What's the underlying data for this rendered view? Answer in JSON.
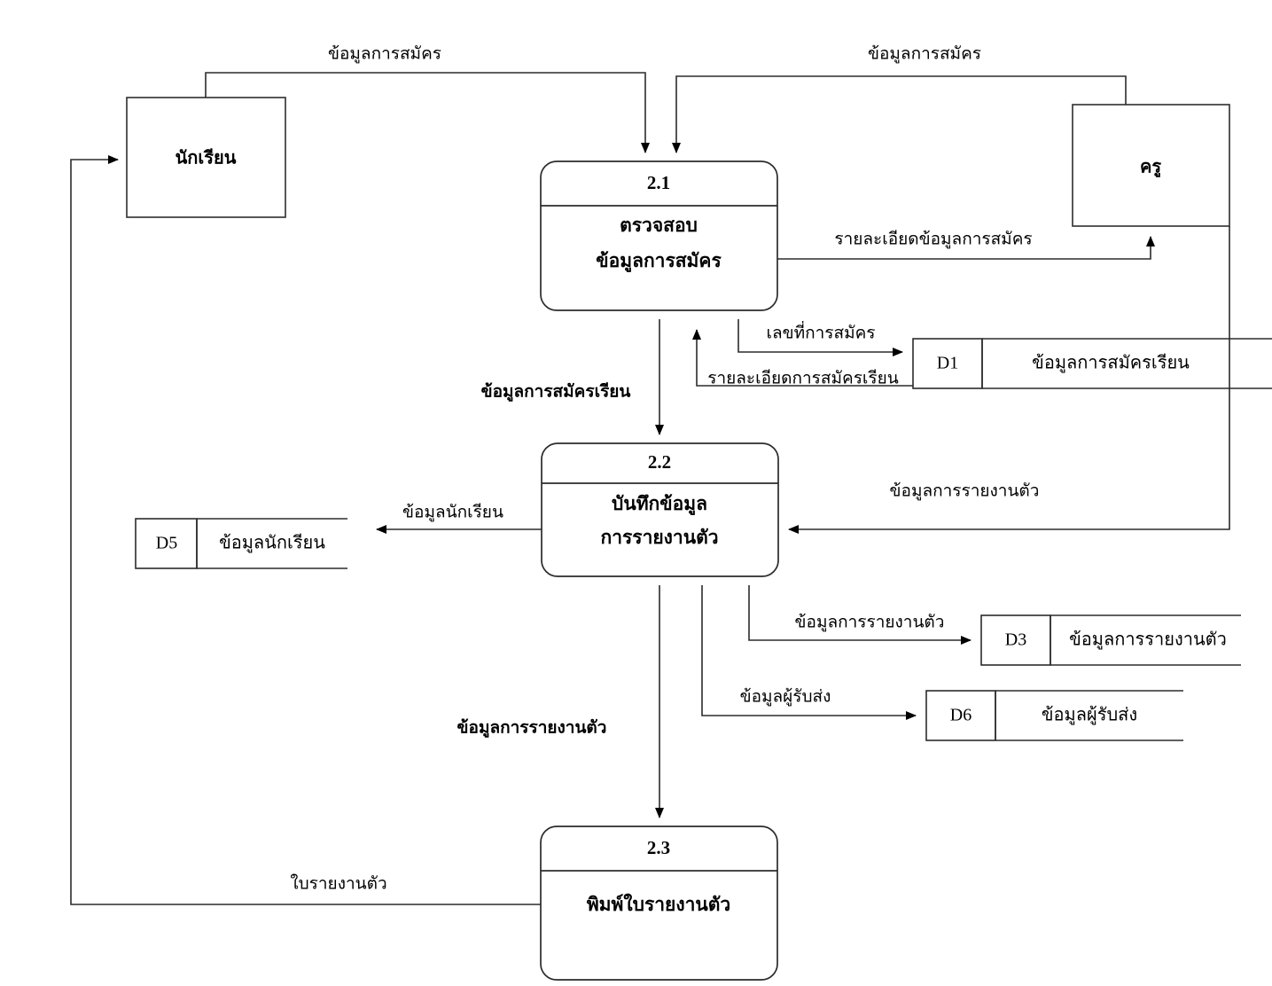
{
  "diagram": {
    "type": "data-flow-diagram",
    "level": "Level 1 DFD",
    "external_entities": [
      {
        "id": "student",
        "label": "นักเรียน"
      },
      {
        "id": "teacher",
        "label": "ครู"
      }
    ],
    "processes": [
      {
        "id": "p21",
        "number": "2.1",
        "name_line1": "ตรวจสอบ",
        "name_line2": "ข้อมูลการสมัคร"
      },
      {
        "id": "p22",
        "number": "2.2",
        "name_line1": "บันทึกข้อมูล",
        "name_line2": "การรายงานตัว"
      },
      {
        "id": "p23",
        "number": "2.3",
        "name_line1": "พิมพ์ใบรายงานตัว",
        "name_line2": ""
      }
    ],
    "data_stores": [
      {
        "id": "D1",
        "code": "D1",
        "label": "ข้อมูลการสมัครเรียน"
      },
      {
        "id": "D5",
        "code": "D5",
        "label": "ข้อมูลนักเรียน"
      },
      {
        "id": "D3",
        "code": "D3",
        "label": "ข้อมูลการรายงานตัว"
      },
      {
        "id": "D6",
        "code": "D6",
        "label": "ข้อมูลผู้รับส่ง"
      }
    ],
    "flows": [
      {
        "id": "f1",
        "label": "ข้อมูลการสมัคร",
        "from": "student",
        "to": "p21"
      },
      {
        "id": "f2",
        "label": "ข้อมูลการสมัคร",
        "from": "teacher",
        "to": "p21"
      },
      {
        "id": "f3",
        "label": "รายละเอียดข้อมูลการสมัคร",
        "from": "p21",
        "to": "teacher"
      },
      {
        "id": "f4",
        "label": "เลขที่การสมัคร",
        "from": "p21",
        "to": "D1"
      },
      {
        "id": "f5",
        "label": "รายละเอียดการสมัครเรียน",
        "from": "D1",
        "to": "p21"
      },
      {
        "id": "f6",
        "label": "ข้อมูลการสมัครเรียน",
        "from": "p21",
        "to": "p22"
      },
      {
        "id": "f7",
        "label": "ข้อมูลการรายงานตัว",
        "from": "teacher",
        "to": "p22"
      },
      {
        "id": "f8",
        "label": "ข้อมูลนักเรียน",
        "from": "p22",
        "to": "D5"
      },
      {
        "id": "f9",
        "label": "ข้อมูลการรายงานตัว",
        "from": "p22",
        "to": "D3"
      },
      {
        "id": "f10",
        "label": "ข้อมูลผู้รับส่ง",
        "from": "p22",
        "to": "D6"
      },
      {
        "id": "f11",
        "label": "ข้อมูลการรายงานตัว",
        "from": "p22",
        "to": "p23"
      },
      {
        "id": "f12",
        "label": "ใบรายงานตัว",
        "from": "p23",
        "to": "student"
      }
    ],
    "colors": {
      "line": "#2b2b2b",
      "box_stroke": "#3a3a3a",
      "background": "#ffffff",
      "text": "#000000"
    }
  }
}
